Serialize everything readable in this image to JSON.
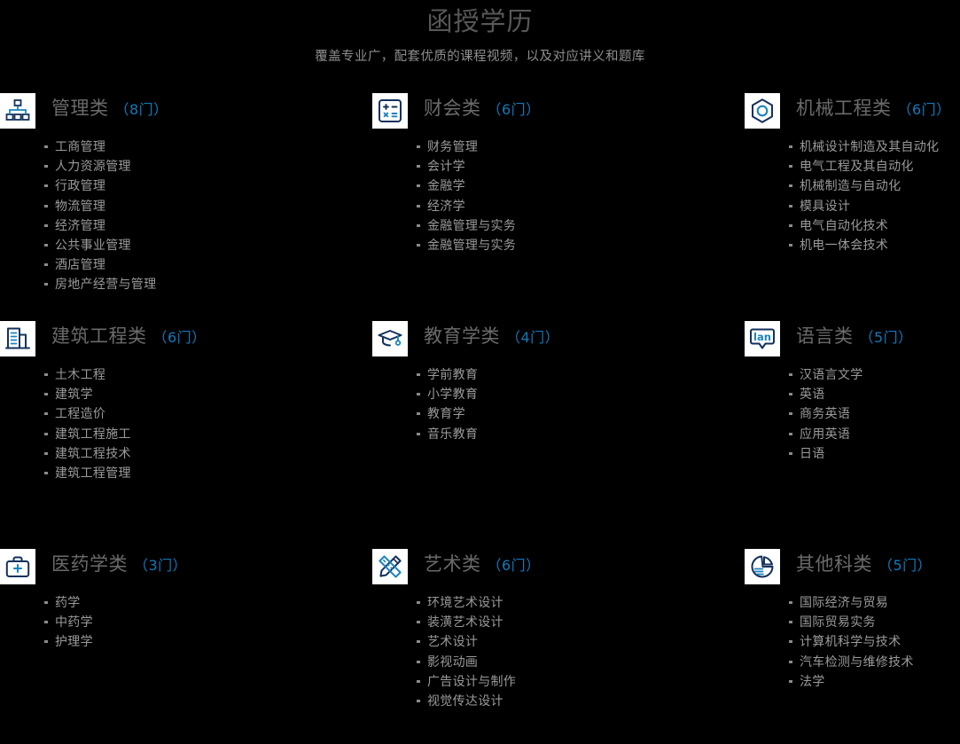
{
  "header": {
    "title": "函授学历",
    "subtitle": "覆盖专业广，配套优质的课程视频，以及对应讲义和题库"
  },
  "colors": {
    "background": "#000000",
    "title": "#585858",
    "subtitle": "#8e8e8e",
    "category_title": "#6a6a6a",
    "count_accent": "#1279bd",
    "list_text": "#9a9a9a",
    "icon_dark": "#13315c",
    "icon_blue": "#1b84bf",
    "icon_tile_bg": "#ffffff"
  },
  "categories": [
    {
      "icon": "org-chart-icon",
      "title": "管理类",
      "count": "（8门）",
      "items": [
        "工商管理",
        "人力资源管理",
        "行政管理",
        "物流管理",
        "经济管理",
        "公共事业管理",
        "酒店管理",
        "房地产经营与管理"
      ]
    },
    {
      "icon": "calculator-icon",
      "title": "财会类",
      "count": "（6门）",
      "items": [
        "财务管理",
        "会计学",
        "金融学",
        "经济学",
        "金融管理与实务",
        "金融管理与实务"
      ]
    },
    {
      "icon": "hex-nut-icon",
      "title": "机械工程类",
      "count": "（6门）",
      "items": [
        "机械设计制造及其自动化",
        "电气工程及其自动化",
        "机械制造与自动化",
        "模具设计",
        "电气自动化技术",
        "机电一体会技术"
      ]
    },
    {
      "icon": "building-icon",
      "title": "建筑工程类",
      "count": "（6门）",
      "items": [
        "土木工程",
        "建筑学",
        "工程造价",
        "建筑工程施工",
        "建筑工程技术",
        "建筑工程管理"
      ]
    },
    {
      "icon": "graduation-cap-icon",
      "title": "教育学类",
      "count": "（4门）",
      "items": [
        "学前教育",
        "小学教育",
        "教育学",
        "音乐教育"
      ]
    },
    {
      "icon": "language-bubble-icon",
      "title": "语言类",
      "count": "（5门）",
      "items": [
        "汉语言文学",
        "英语",
        "商务英语",
        "应用英语",
        "日语"
      ]
    },
    {
      "icon": "medical-kit-icon",
      "title": "医药学类",
      "count": "（3门）",
      "items": [
        "药学",
        "中药学",
        "护理学"
      ]
    },
    {
      "icon": "pencil-ruler-icon",
      "title": "艺术类",
      "count": "（6门）",
      "items": [
        "环境艺术设计",
        "装潢艺术设计",
        "艺术设计",
        "影视动画",
        "广告设计与制作",
        "视觉传达设计"
      ]
    },
    {
      "icon": "pie-report-icon",
      "title": "其他科类",
      "count": "（5门）",
      "items": [
        "国际经济与贸易",
        "国际贸易实务",
        "计算机科学与技术",
        "汽车检测与维修技术",
        "法学"
      ]
    }
  ]
}
